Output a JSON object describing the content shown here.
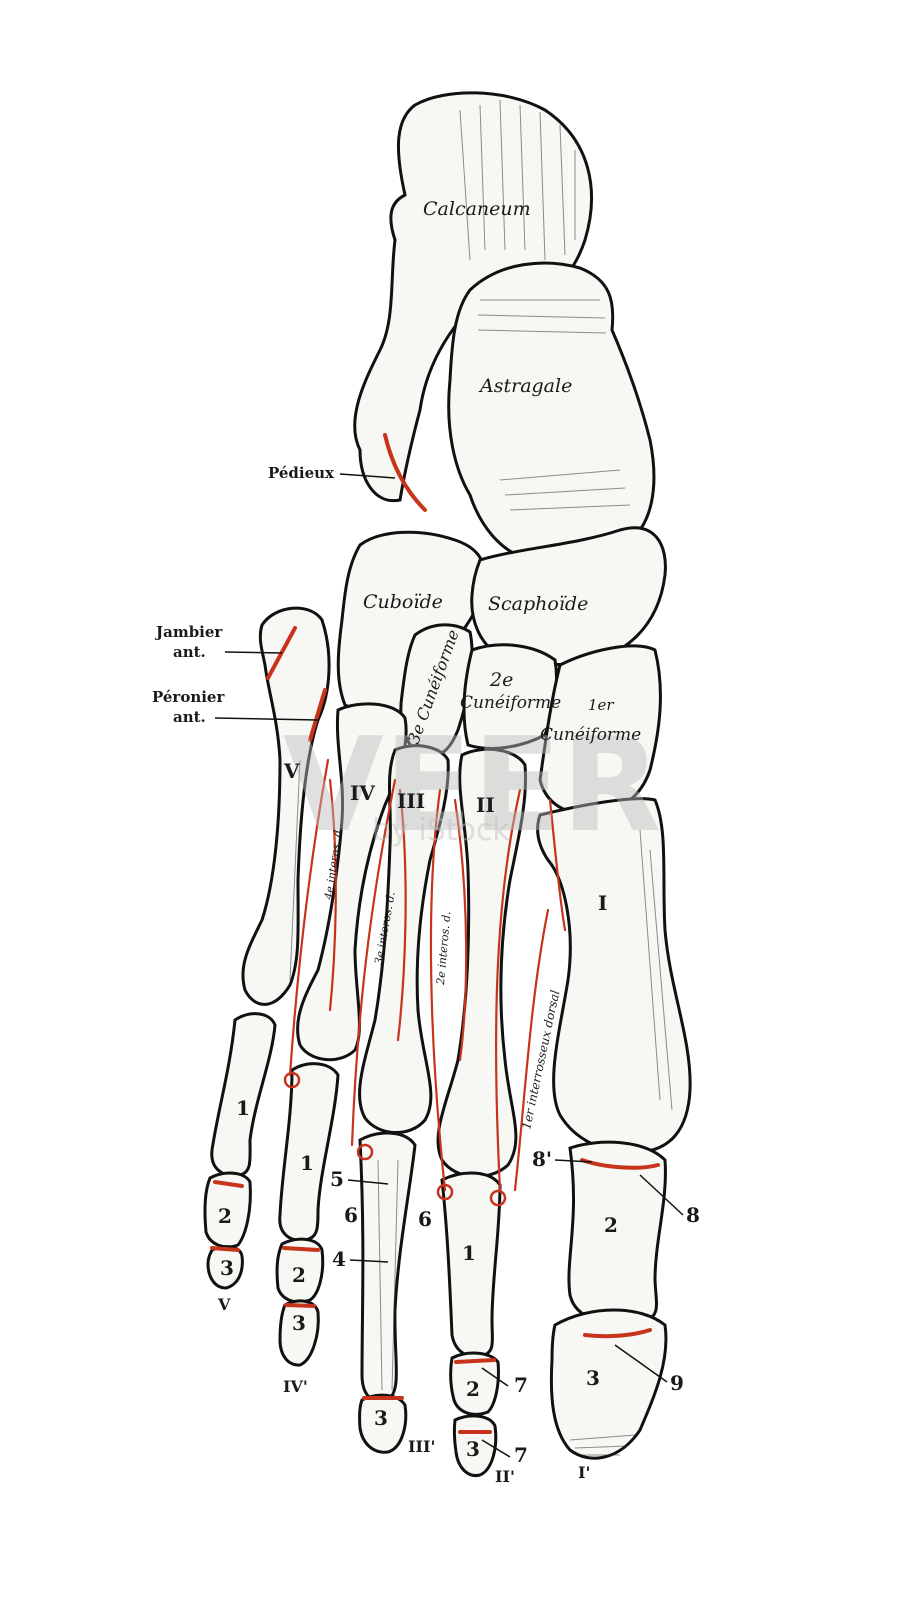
{
  "bones": {
    "calcaneum": "Calcaneum",
    "astragale": "Astragale",
    "cuboide": "Cuboïde",
    "scaphoide": "Scaphoïde",
    "cuneiforme_3": "3e Cunéiforme",
    "cuneiforme_2_num": "2e",
    "cuneiforme_2": "Cunéiforme",
    "cuneiforme_1_num": "1er",
    "cuneiforme_1": "Cunéiforme"
  },
  "muscles": {
    "pedieux": "Pédieux",
    "jambier_1": "Jambier",
    "jambier_2": "ant.",
    "peronier_1": "Péronier",
    "peronier_2": "ant."
  },
  "interosseous": {
    "i4": "4e interos. d.",
    "i3": "3e interos. d.",
    "i2": "2e interos. d.",
    "i1": "1er interrosseux dorsal"
  },
  "metatarsals": {
    "I": "I",
    "II": "II",
    "III": "III",
    "IV": "IV",
    "V": "V"
  },
  "toes": {
    "I": "I'",
    "II": "II'",
    "III": "III'",
    "IV": "IV'",
    "V": "V"
  },
  "phalanges": {
    "p1": "1",
    "p2": "2",
    "p3": "3"
  },
  "callouts": {
    "n4": "4",
    "n5": "5",
    "n6": "6",
    "n7": "7",
    "n8": "8",
    "n8p": "8'",
    "n9": "9"
  },
  "watermark": {
    "main": "VEER",
    "sub": "by iStock"
  },
  "colors": {
    "muscle_insertion": "#c8331c",
    "bone_outline": "#111111"
  }
}
